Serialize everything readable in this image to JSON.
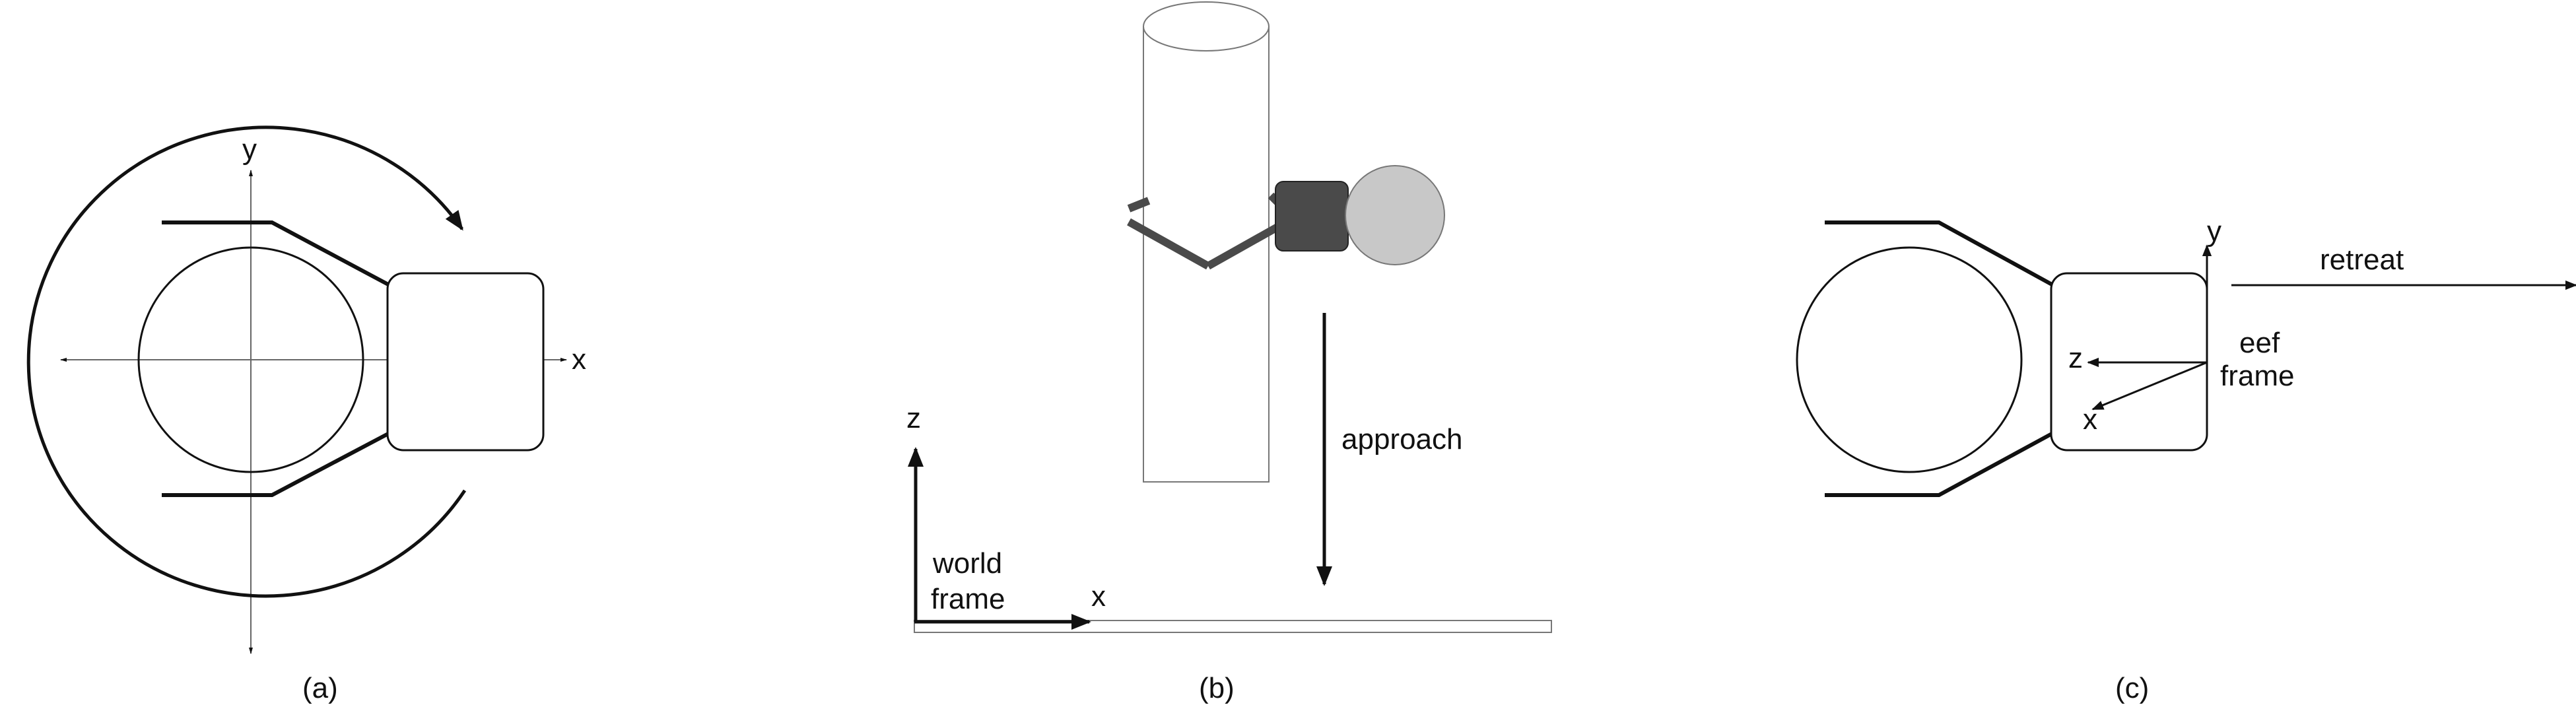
{
  "panels": {
    "a": {
      "caption": "(a)",
      "axis_x": "x",
      "axis_y": "y"
    },
    "b": {
      "caption": "(b)",
      "axis_z": "z",
      "axis_x": "x",
      "frame_label_line1": "world",
      "frame_label_line2": "frame",
      "approach_label": "approach"
    },
    "c": {
      "caption": "(c)",
      "axis_y": "y",
      "axis_z": "z",
      "axis_x": "x",
      "frame_label_line1": "eef",
      "frame_label_line2": "frame",
      "retreat_label": "retreat"
    }
  },
  "colors": {
    "stroke": "#111111",
    "thin_stroke": "#666666",
    "gripper_dark": "#4a4a4a",
    "ball_fill": "#c8c8c8"
  }
}
